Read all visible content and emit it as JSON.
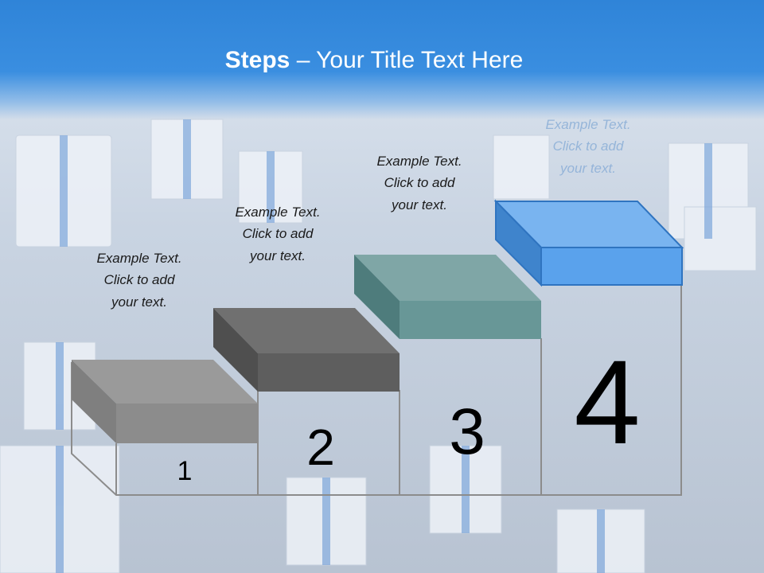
{
  "slide": {
    "title_bold": "Steps",
    "title_rest": " – Your Title Text Here"
  },
  "steps": [
    {
      "number": "1",
      "line1": "Example Text.",
      "line2": "Click  to add",
      "line3": "your text.",
      "color_top": "#9a9a9a",
      "color_front": "#8a8a8a",
      "color_side": "#7a7a7a"
    },
    {
      "number": "2",
      "line1": "Example Text.",
      "line2": "Click  to add",
      "line3": "your text.",
      "color_top": "#6e6e6e",
      "color_front": "#5f5f5f",
      "color_side": "#4e4e4e"
    },
    {
      "number": "3",
      "line1": "Example Text.",
      "line2": "Click  to add",
      "line3": "your text.",
      "color_top": "#7fa7a7",
      "color_front": "#6a9898",
      "color_side": "#4e7d7d"
    },
    {
      "number": "4",
      "line1": "Example Text.",
      "line2": "Click  to add",
      "line3": "your text.",
      "color_top": "#7ab6f2",
      "color_front": "#5aa3ec",
      "color_side": "#3f86cf"
    }
  ],
  "colors": {
    "banner": "#3a8ee0",
    "outline": "#8c8c8c"
  }
}
